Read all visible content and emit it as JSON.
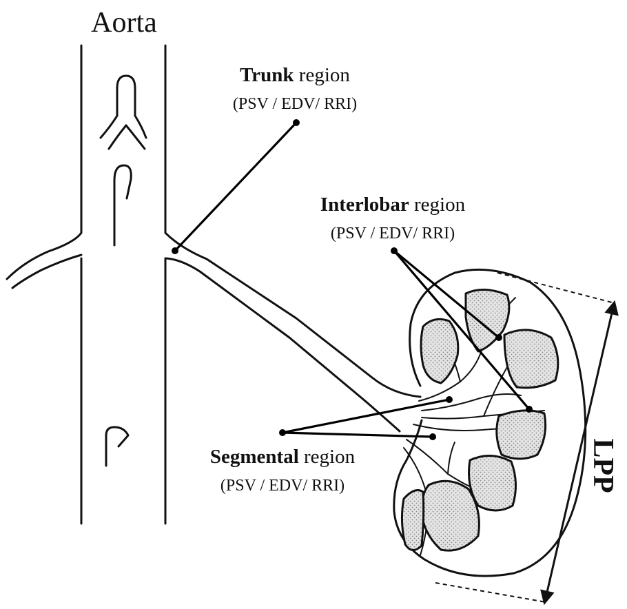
{
  "title": "Aorta",
  "regions": {
    "trunk": {
      "bold": "Trunk",
      "rest": " region",
      "params": "(PSV / EDV/ RRI)"
    },
    "interlobar": {
      "bold": "Interlobar",
      "rest": " region",
      "params": "(PSV / EDV/ RRI)"
    },
    "segmental": {
      "bold": "Segmental",
      "rest": " region",
      "params": "(PSV / EDV/ RRI)"
    }
  },
  "lpp_label": "LPP"
}
